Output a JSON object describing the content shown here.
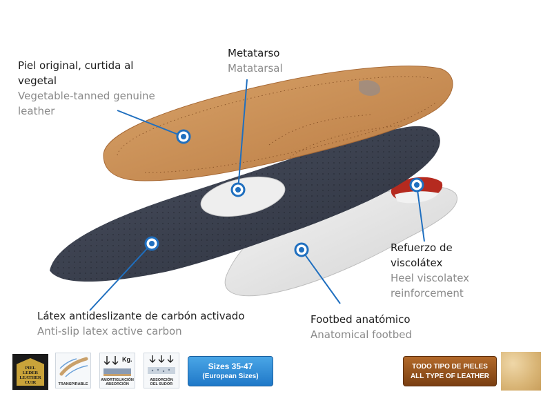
{
  "callouts": [
    {
      "es": "Piel original, curtida al vegetal",
      "es_line1": "Piel original, curtida al",
      "es_line2": "vegetal",
      "en_line1": "Vegetable-tanned genuine",
      "en_line2": "leather"
    },
    {
      "es": "Metatarso",
      "en": "Matatarsal"
    },
    {
      "es_line1": "Refuerzo de",
      "es_line2": "viscolátex",
      "en_line1": "Heel viscolatex",
      "en_line2": "reinforcement"
    },
    {
      "es": "Látex antideslizante de carbón activado",
      "en": "Anti-slip latex active carbon"
    },
    {
      "es": "Footbed anatómico",
      "en": "Anatomical footbed"
    }
  ],
  "badges": {
    "stamp": [
      "PIEL",
      "LEDER",
      "LEATHER",
      "CUIR"
    ],
    "transpirable": "TRANSPIRABLE",
    "amortiguacion": [
      "AMORTIGUACIÓN",
      "ABSORCIÓN"
    ],
    "absorcion_sudor": [
      "ABSORCIÓN",
      "DEL SUDOR"
    ],
    "kg_label": "Kg.",
    "sizes_line1": "Sizes 35-47",
    "sizes_line2": "(European Sizes)",
    "leather_line1": "TODO TIPO DE PIELES",
    "leather_line2": "ALL TYPE OF LEATHER"
  },
  "colors": {
    "callout_blue": "#1f6fbf",
    "leather_tan": "#c98f57",
    "carbon_layer": "#3b4150",
    "footbed_white": "#e9e9e9",
    "heel_red": "#b52a1f"
  }
}
